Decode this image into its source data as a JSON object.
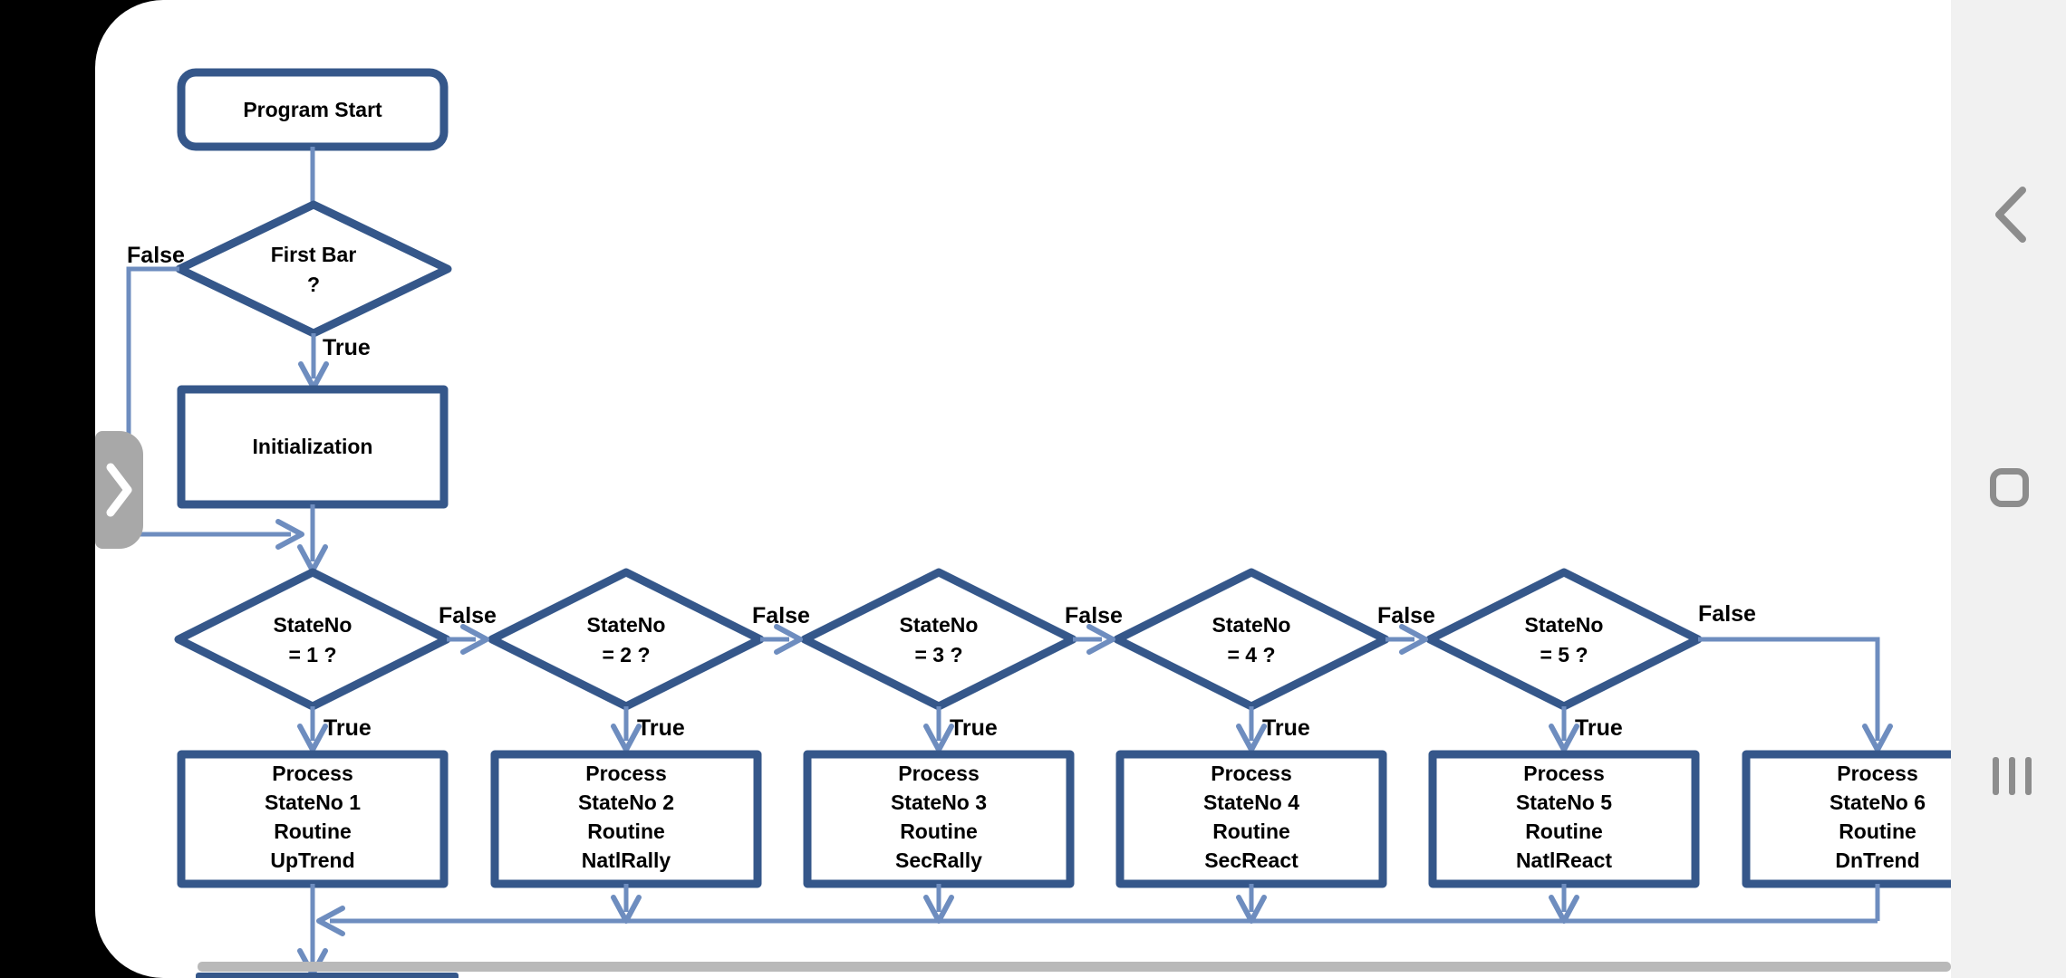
{
  "device": {
    "nav": {
      "back_icon": "back-chevron",
      "home_icon": "home-squircle",
      "recents_icon": "recent-apps-bars"
    },
    "drawer_handle_icon": "chevron-right",
    "scrollbar": "horizontal-scrollbar"
  },
  "colors": {
    "background": "#000000",
    "sheet": "#ffffff",
    "shape_border": "#35578a",
    "connector": "#6e8dbf",
    "text": "#000000",
    "scrollbar": "#b9b9b9",
    "drawer_handle": "#a8a8a8",
    "nav_panel": "#f1f1f1",
    "nav_icon": "#8d8d8d"
  },
  "flowchart": {
    "start": {
      "label": "Program Start"
    },
    "first_decision": {
      "text": [
        "First Bar",
        "?"
      ],
      "false_label": "False",
      "true_label": "True"
    },
    "initialization": {
      "label": "Initialization"
    },
    "decisions": [
      {
        "text": [
          "StateNo",
          "= 1 ?"
        ],
        "false_label": "False",
        "true_label": "True"
      },
      {
        "text": [
          "StateNo",
          "= 2 ?"
        ],
        "false_label": "False",
        "true_label": "True"
      },
      {
        "text": [
          "StateNo",
          "= 3 ?"
        ],
        "false_label": "False",
        "true_label": "True"
      },
      {
        "text": [
          "StateNo",
          "= 4 ?"
        ],
        "false_label": "False",
        "true_label": "True"
      },
      {
        "text": [
          "StateNo",
          "= 5 ?"
        ],
        "false_label": "False",
        "true_label": "True"
      }
    ],
    "processes": [
      {
        "lines": [
          "Process",
          "StateNo 1",
          "Routine",
          "UpTrend"
        ]
      },
      {
        "lines": [
          "Process",
          "StateNo 2",
          "Routine",
          "NatlRally"
        ]
      },
      {
        "lines": [
          "Process",
          "StateNo 3",
          "Routine",
          "SecRally"
        ]
      },
      {
        "lines": [
          "Process",
          "StateNo 4",
          "Routine",
          "SecReact"
        ]
      },
      {
        "lines": [
          "Process",
          "StateNo 5",
          "Routine",
          "NatlReact"
        ]
      },
      {
        "lines": [
          "Process",
          "StateNo 6",
          "Routine",
          "DnTrend"
        ]
      }
    ]
  }
}
